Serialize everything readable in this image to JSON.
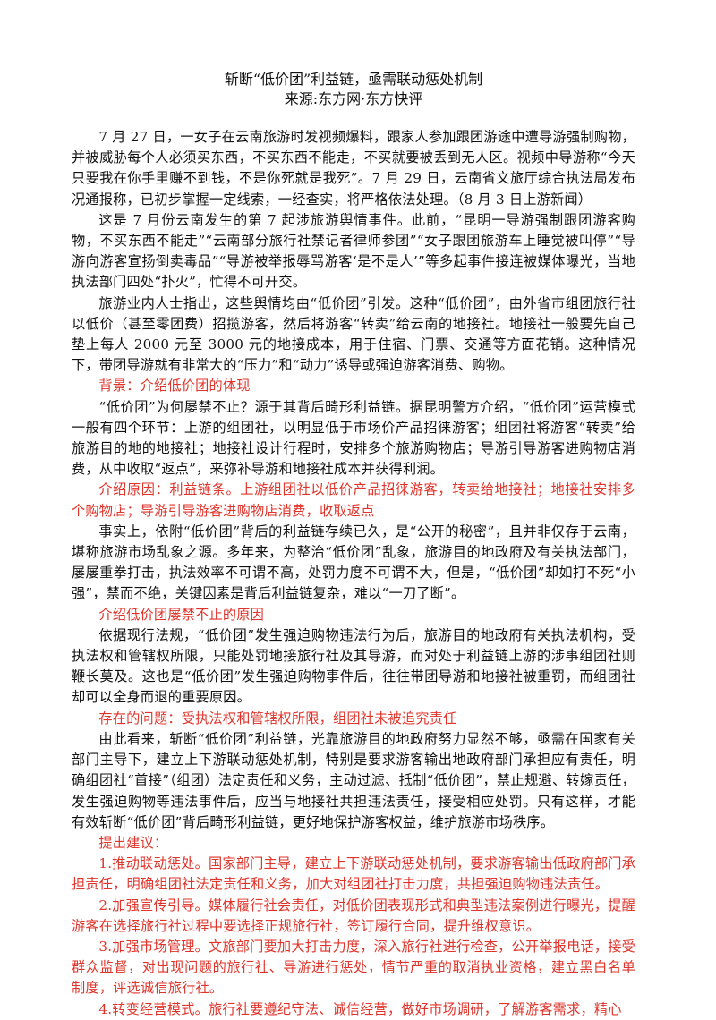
{
  "doc": {
    "title": "斩断“低价团”利益链，亟需联动惩处机制",
    "source": "来源:东方网·东方快评",
    "paragraphs": [
      "7 月 27 日，一女子在云南旅游时发视频爆料，跟家人参加跟团游途中遭导游强制购物，并被威胁每个人必须买东西，不买东西不能走，不买就要被丢到无人区。视频中导游称“今天只要我在你手里赚不到钱，不是你死就是我死”。7 月 29 日，云南省文旅厅综合执法局发布况通报称，已初步掌握一定线索，一经查实，将严格依法处理。（8 月 3 日上游新闻）",
      "这是 7 月份云南发生的第 7 起涉旅游舆情事件。此前，“昆明一导游强制跟团游客购物，不买东西不能走”“云南部分旅行社禁记者律师参团”“女子跟团旅游车上睡觉被叫停”“导游向游客宣扬倒卖毒品”“导游被举报辱骂游客‘是不是人’”等多起事件接连被媒体曝光，当地执法部门四处“扑火”，忙得不可开交。",
      "旅游业内人士指出，这些舆情均由“低价团”引发。这种“低价团”，由外省市组团旅行社以低价（甚至零团费）招揽游客，然后将游客“转卖”给云南的地接社。地接社一般要先自己垫上每人 2000 元至 3000 元的地接成本，用于住宿、门票、交通等方面花销。这种情况下，带团导游就有非常大的“压力”和“动力”诱导或强迫游客消费、购物。"
    ],
    "note_background": "背景：介绍低价团的体现",
    "para_background": "“低价团”为何屡禁不止？源于其背后畸形利益链。据昆明警方介绍，“低价团”运营模式一般有四个环节：上游的组团社，以明显低于市场价产品招徕游客；组团社将游客“转卖”给旅游目的地的地接社；地接社设计行程时，安排多个旅游购物店；导游引导游客进购物店消费，从中收取“返点”，来弥补导游和地接社成本并获得利润。",
    "note_reason": "介绍原因：利益链条。上游组团社以低价产品招徕游客，转卖给地接社；地接社安排多个购物店；导游引导游客进购物店消费，收取返点",
    "para_reason": "事实上，依附“低价团”背后的利益链存续已久，是“公开的秘密”，且并非仅存于云南，堪称旅游市场乱象之源。多年来，为整治“低价团”乱象，旅游目的地政府及有关执法部门，屡屡重拳打击，执法效率不可谓不高，处罚力度不可谓不大，但是，“低价团”却如打不死“小强”，禁而不绝，关键因素是背后利益链复杂，难以“一刀了断”。",
    "note_persist": "介绍低价团屡禁不止的原因",
    "para_persist": "依据现行法规，“低价团”发生强迫购物违法行为后，旅游目的地政府有关执法机构，受执法权和管辖权所限，只能处罚地接旅行社及其导游，而对处于利益链上游的涉事组团社则鞭长莫及。这也是“低价团”发生强迫购物事件后，往往带团导游和地接社被重罚，而组团社却可以全身而退的重要原因。",
    "note_problem": "存在的问题：受执法权和管辖权所限，组团社未被追究责任",
    "para_problem": "由此看来，斩断“低价团”利益链，光靠旅游目的地政府努力显然不够，亟需在国家有关部门主导下，建立上下游联动惩处机制，特别是要求游客输出地政府部门承担应有责任，明确组团社“首接”（组团）法定责任和义务，主动过滤、抵制“低价团”，禁止规避、转嫁责任，发生强迫购物等违法事件后，应当与地接社共担违法责任，接受相应处罚。只有这样，才能有效斩断“低价团”背后畸形利益链，更好地保护游客权益，维护旅游市场秩序。",
    "note_suggest": "提出建议：",
    "suggestions": [
      "1.推动联动惩处。国家部门主导，建立上下游联动惩处机制，要求游客输出低政府部门承担责任，明确组团社法定责任和义务，加大对组团社打击力度，共担强迫购物违法责任。",
      "2.加强宣传引导。媒体履行社会责任，对低价团表现形式和典型违法案例进行曝光，提醒游客在选择旅行社过程中要选择正规旅行社，签订履行合同，提升维权意识。",
      "3.加强市场管理。文旅部门要加大打击力度，深入旅行社进行检查，公开举报电话，接受群众监督，对出现问题的旅行社、导游进行惩处，情节严重的取消执业资格，建立黑白名单制度，评选诚信旅行社。",
      "4.转变经营模式。旅行社要遵纪守法、诚信经营，做好市场调研，了解游客需求，精心"
    ],
    "colors": {
      "note_red": "#e0332a",
      "text_black": "#111111"
    }
  }
}
